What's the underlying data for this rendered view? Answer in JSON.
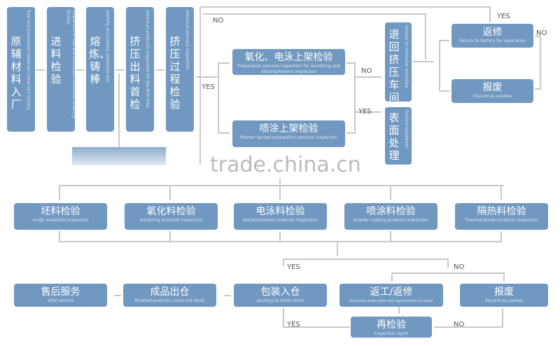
{
  "top": [
    {
      "cn": "原辅材料入厂",
      "en": "Raw and processed materials come into factory"
    },
    {
      "cn": "进料检验",
      "en": "inspection of raw and processed materials entering factory"
    },
    {
      "cn": "熔炼、铸棒",
      "en": "melting and casting aluminum bar"
    },
    {
      "cn": "挤压出料首检",
      "en": "extrusion products inspection for the first time"
    },
    {
      "cn": "挤压过程检验",
      "en": "extrusion process inspection"
    }
  ],
  "mid": {
    "anod": {
      "cn": "氧化、电泳上架检验",
      "en": "Preparation process inspection for anodizing and electrophoresis inspection"
    },
    "powder": {
      "cn": "喷涂上架检验",
      "en": "Powder spread preparation process inspection"
    },
    "ret": {
      "cn": "退回挤压车间",
      "en": "Unread to extrusion workshop"
    },
    "surf": {
      "cn": "表面处理",
      "en": "Surface treatment"
    },
    "repair": {
      "cn": "返修",
      "en": "Return to factory for reparation"
    },
    "discard": {
      "cn": "报废",
      "en": "Discard as useless"
    }
  },
  "row": [
    {
      "cn": "坯料检验",
      "en": "rough materials inspection"
    },
    {
      "cn": "氧化料检验",
      "en": "anodizing products inspection"
    },
    {
      "cn": "电泳料检验",
      "en": "Electrophoresis products inspection"
    },
    {
      "cn": "喷涂料检验",
      "en": "powder coating products inspection"
    },
    {
      "cn": "隔热料检验",
      "en": "Thermal-break products inspection"
    }
  ],
  "bottom": {
    "after": {
      "cn": "售后服务",
      "en": "after service"
    },
    "out": {
      "cn": "成品出仓",
      "en": "finished products come out stock"
    },
    "pack": {
      "cn": "包装入仓",
      "en": "pocking to enter stock"
    },
    "rework": {
      "cn": "返工/返修",
      "en": "do poorly done work over again/return to repair"
    },
    "discard": {
      "cn": "报废",
      "en": "discard as useless"
    },
    "again": {
      "cn": "再检验",
      "en": "inspection again"
    }
  },
  "labels": {
    "yes": "YES",
    "no": "NO"
  },
  "watermark": "trade.china.cn"
}
